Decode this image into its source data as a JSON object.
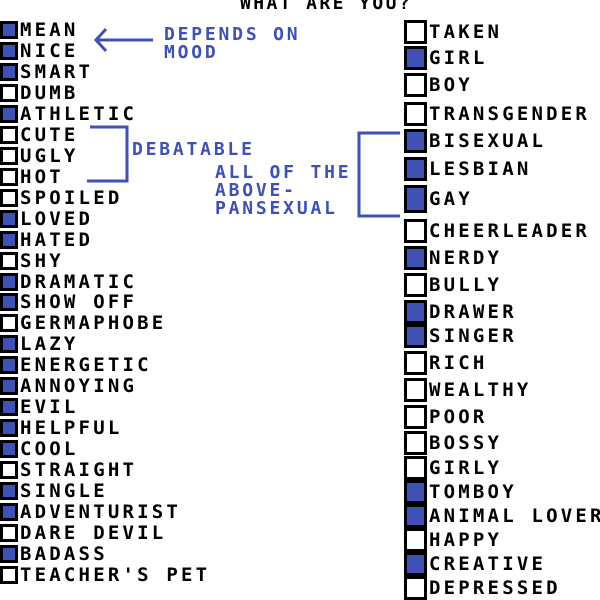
{
  "title": "WHAT ARE YOU?",
  "accent_color": "#3f51b5",
  "left_items": [
    {
      "label": "MEAN",
      "checked": true
    },
    {
      "label": "NICE",
      "checked": true
    },
    {
      "label": "SMART",
      "checked": true
    },
    {
      "label": "DUMB",
      "checked": false
    },
    {
      "label": "ATHLETIC",
      "checked": true
    },
    {
      "label": "CUTE",
      "checked": false
    },
    {
      "label": "UGLY",
      "checked": false
    },
    {
      "label": "HOT",
      "checked": false
    },
    {
      "label": "SPOILED",
      "checked": false
    },
    {
      "label": "LOVED",
      "checked": true
    },
    {
      "label": "HATED",
      "checked": true
    },
    {
      "label": "SHY",
      "checked": false
    },
    {
      "label": "DRAMATIC",
      "checked": true
    },
    {
      "label": "SHOW OFF",
      "checked": true
    },
    {
      "label": "GERMAPHOBE",
      "checked": false
    },
    {
      "label": "LAZY",
      "checked": true
    },
    {
      "label": "ENERGETIC",
      "checked": true
    },
    {
      "label": "ANNOYING",
      "checked": true
    },
    {
      "label": "EVIL",
      "checked": true
    },
    {
      "label": "HELPFUL",
      "checked": true
    },
    {
      "label": "COOL",
      "checked": true
    },
    {
      "label": "STRAIGHT",
      "checked": false
    },
    {
      "label": "SINGLE",
      "checked": true
    },
    {
      "label": "ADVENTURIST",
      "checked": true
    },
    {
      "label": "DARE DEVIL",
      "checked": false
    },
    {
      "label": "BADASS",
      "checked": true
    },
    {
      "label": "TEACHER'S PET",
      "checked": false
    }
  ],
  "right_items": [
    {
      "label": "TAKEN",
      "checked": false
    },
    {
      "label": "GIRL",
      "checked": true
    },
    {
      "label": "BOY",
      "checked": false
    },
    {
      "label": "TRANSGENDER",
      "checked": false
    },
    {
      "label": "BISEXUAL",
      "checked": true
    },
    {
      "label": "LESBIAN",
      "checked": true
    },
    {
      "label": "GAY",
      "checked": true
    },
    {
      "label": "CHEERLEADER",
      "checked": false
    },
    {
      "label": "NERDY",
      "checked": true
    },
    {
      "label": "BULLY",
      "checked": false
    },
    {
      "label": "DRAWER",
      "checked": true
    },
    {
      "label": "SINGER",
      "checked": true
    },
    {
      "label": "RICH",
      "checked": false
    },
    {
      "label": "WEALTHY",
      "checked": false
    },
    {
      "label": "POOR",
      "checked": false
    },
    {
      "label": "BOSSY",
      "checked": false
    },
    {
      "label": "GIRLY",
      "checked": false
    },
    {
      "label": "TOMBOY",
      "checked": true
    },
    {
      "label": "ANIMAL LOVER",
      "checked": true
    },
    {
      "label": "HAPPY",
      "checked": false
    },
    {
      "label": "CREATIVE",
      "checked": true
    },
    {
      "label": "DEPRESSED",
      "checked": false
    }
  ],
  "annotations": {
    "mood": "DEPENDS ON\nMOOD",
    "debatable": "DEBATABLE",
    "pansexual": "ALL OF THE\nABOVE-\nPANSEXUAL"
  }
}
